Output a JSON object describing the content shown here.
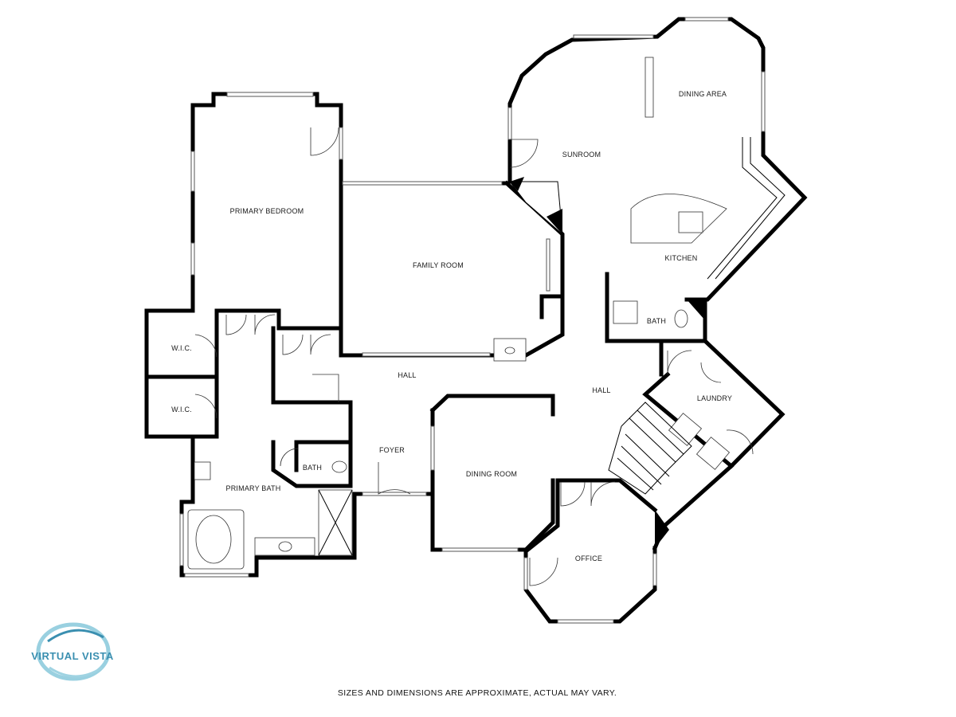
{
  "rooms": {
    "primary_bedroom": "PRIMARY BEDROOM",
    "family_room": "FAMILY ROOM",
    "sunroom": "SUNROOM",
    "dining_area": "DINING AREA",
    "kitchen": "KITCHEN",
    "bath_kitchen": "BATH",
    "hall_center": "HALL",
    "hall_right": "HALL",
    "laundry": "LAUNDRY",
    "wic_top": "W.I.C.",
    "wic_bottom": "W.I.C.",
    "primary_bath": "PRIMARY BATH",
    "bath_foyer": "BATH",
    "foyer": "FOYER",
    "dining_room": "DINING ROOM",
    "office": "OFFICE"
  },
  "disclaimer": "SIZES AND DIMENSIONS ARE APPROXIMATE, ACTUAL MAY VARY.",
  "logo": {
    "text": "VIRTUAL VISTA",
    "color_primary": "#3a8fb0",
    "color_secondary": "#7fc4d8"
  }
}
